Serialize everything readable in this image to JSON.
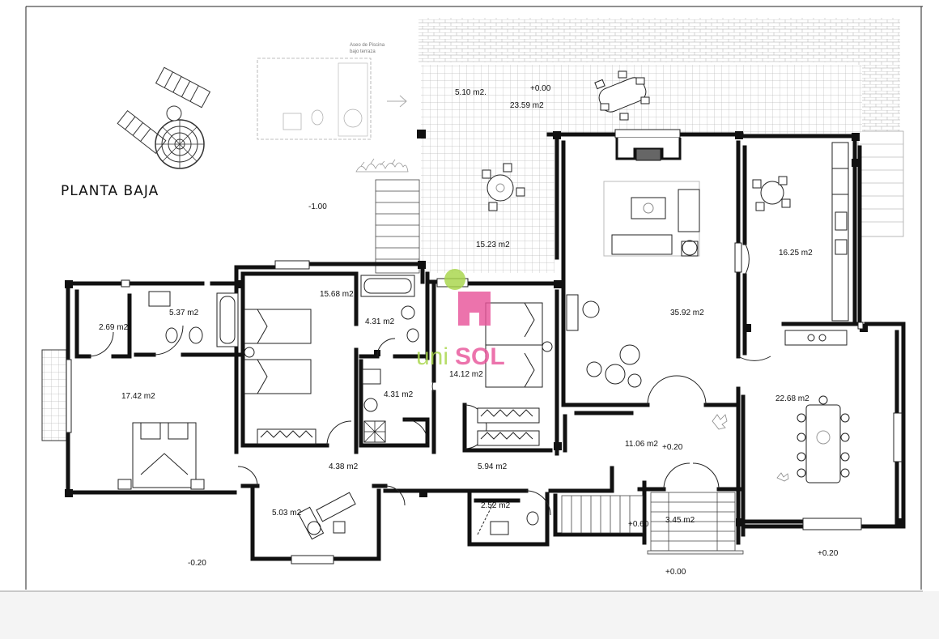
{
  "title": "PLANTA BAJA",
  "logo_text": "unisol",
  "brand_colors": {
    "pink": "#e8559a",
    "green": "#a8d64a"
  },
  "annex_note": [
    "Aseo de Piscina",
    "bajo terraza"
  ],
  "levels": {
    "garden": "-1.00",
    "front_left": "-0.20",
    "terrace": "+0.00",
    "hall": "+0.20",
    "stairs": "+0.60",
    "entrance": "+0.00",
    "dining_outside": "+0.20"
  },
  "rooms": {
    "terrace_top_a": "5.10 m2.",
    "terrace_top_b": "23.59 m2",
    "porch": "15.23 m2",
    "living": "35.92 m2",
    "kitchen": "16.25 m2",
    "dining": "22.68 m2",
    "bedroom_left_small": "2.69 m2",
    "bath_left": "5.37 m2",
    "master": "17.42 m2",
    "bedroom_twin": "15.68 m2",
    "bath_center_top": "4.31 m2",
    "bath_center_bottom": "4.31 m2",
    "bedroom_right": "14.12 m2",
    "corridor_left": "4.38 m2",
    "corridor_right": "5.94 m2",
    "hall": "11.06 m2",
    "office": "5.03 m2",
    "wc": "2.52 m2",
    "entry_stair": "3.45 m2"
  }
}
